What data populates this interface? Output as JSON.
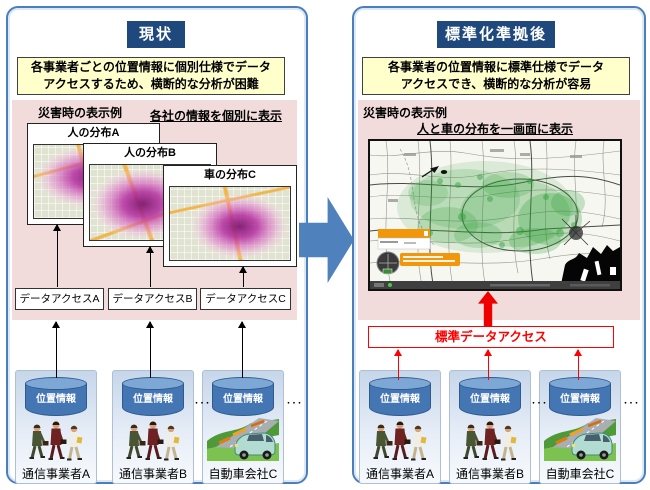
{
  "left_panel": {
    "title": "現状",
    "summary_line1": "各事業者ごとの位置情報に個別仕様でデータ",
    "summary_line2": "アクセスするため、横断的な分析が困難",
    "example_label": "災害時の表示例",
    "example_note": "各社の情報を個別に表示",
    "maps": [
      {
        "label": "人の分布A"
      },
      {
        "label": "人の分布B"
      },
      {
        "label": "車の分布C"
      }
    ],
    "access_boxes": [
      {
        "label": "データアクセスA"
      },
      {
        "label": "データアクセスB"
      },
      {
        "label": "データアクセスC"
      }
    ],
    "companies": [
      {
        "db_label": "位置情報",
        "name": "通信事業者A"
      },
      {
        "db_label": "位置情報",
        "name": "通信事業者B"
      },
      {
        "db_label": "位置情報",
        "name": "自動車会社C"
      }
    ],
    "ellipsis": "・・・"
  },
  "right_panel": {
    "title": "標準化準拠後",
    "summary_line1": "各事業者の位置情報に標準仕様でデータ",
    "summary_line2": "アクセスでき、横断的な分析が容易",
    "example_label": "災害時の表示例",
    "example_note": "人と車の分布を一画面に表示",
    "access_box_label": "標準データアクセス",
    "companies": [
      {
        "db_label": "位置情報",
        "name": "通信事業者A"
      },
      {
        "db_label": "位置情報",
        "name": "通信事業者B"
      },
      {
        "db_label": "位置情報",
        "name": "自動車会社C"
      }
    ],
    "ellipsis": "・・・"
  },
  "colors": {
    "panel_border_blue": "#4a7ebc",
    "title_bg_navy": "#1F497D",
    "summary_bg_yellow": "#FFFFCC",
    "example_bg_pink": "#F2DCDB",
    "flow_arrow_blue": "#4F81BD",
    "standard_access_red": "#FF0000",
    "db_cylinder_blue": "#4576B4",
    "company_box_blue": "#D9E4F2"
  }
}
